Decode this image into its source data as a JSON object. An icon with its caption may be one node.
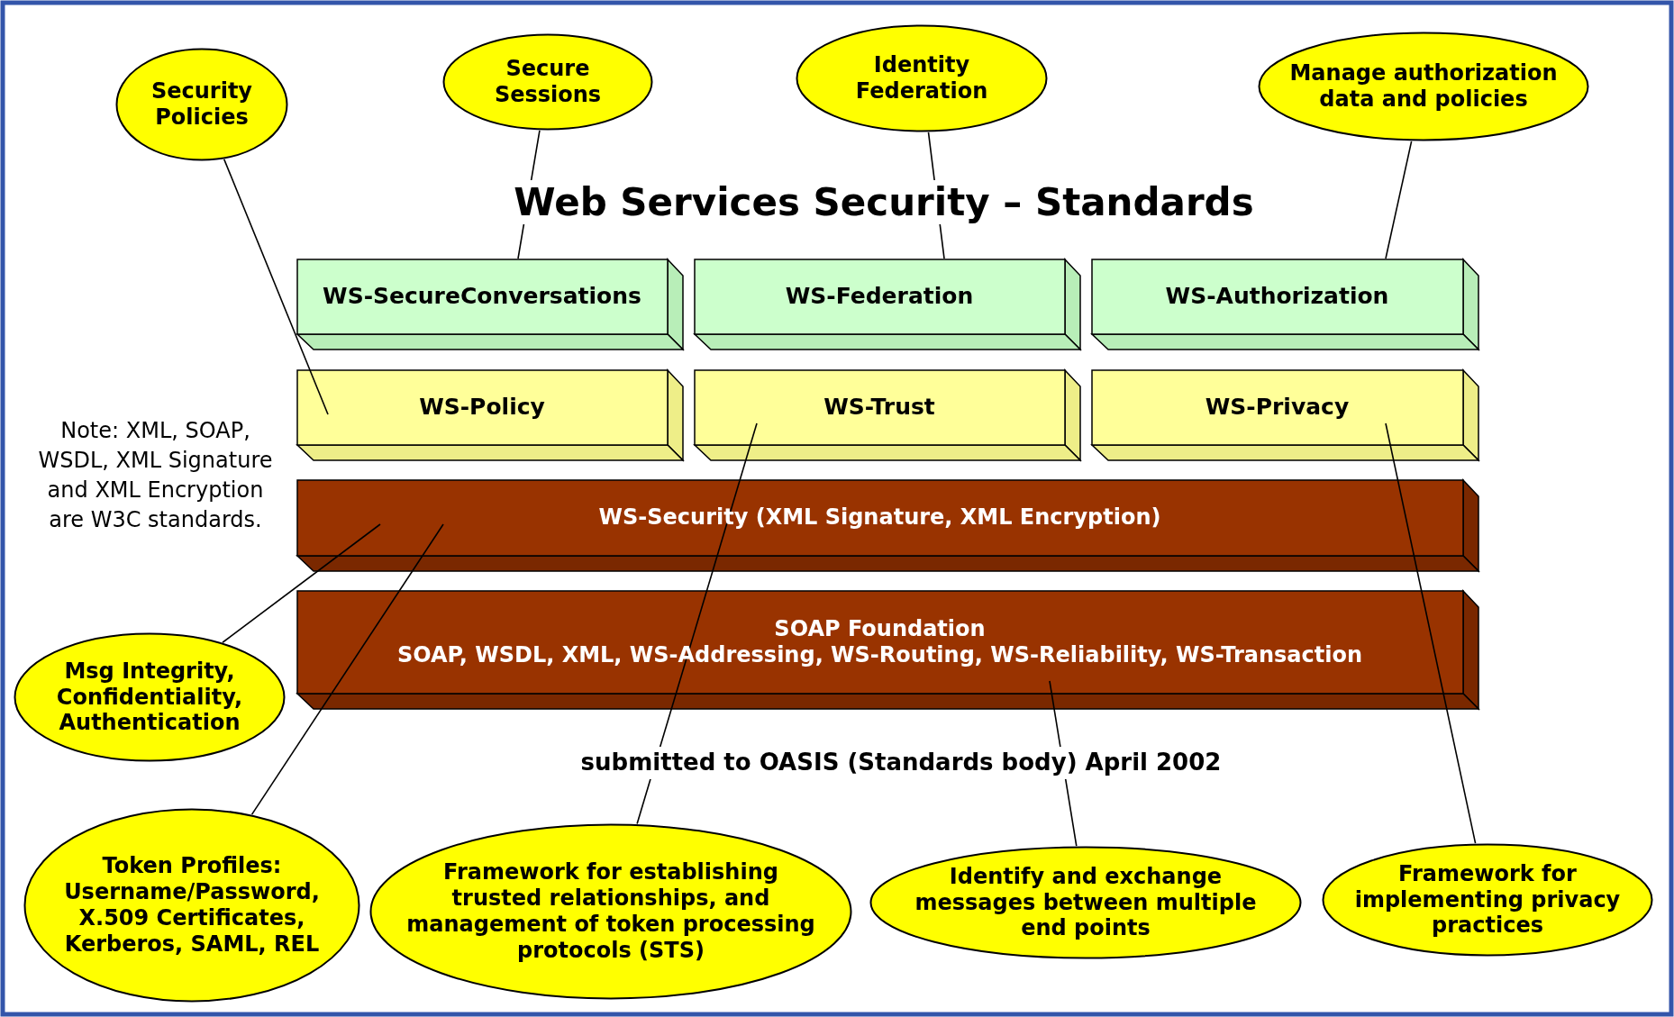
{
  "diagram": {
    "title": "Web Services Security – Standards",
    "nodes": [
      {
        "text": [
          "Security Policies"
        ]
      },
      {
        "text": [
          "Secure Sessions"
        ]
      },
      {
        "text": [
          "Identity Federation"
        ]
      },
      {
        "text": [
          "Manage authorization data and policies"
        ]
      },
      {
        "text": [
          "WS-SecureConversations"
        ]
      },
      {
        "text": [
          "WS-Federation"
        ]
      },
      {
        "text": [
          "WS-Authorization"
        ]
      },
      {
        "text": [
          "WS-Policy"
        ]
      },
      {
        "text": [
          "WS-Trust"
        ]
      },
      {
        "text": [
          "WS-Privacy"
        ]
      },
      {
        "text": [
          "WS-Security (XML Signature, XML Encryption)"
        ]
      },
      {
        "text": [
          "SOAP Foundation",
          "SOAP, WSDL, XML, WS-Addressing, WS-Routing, WS-Reliability, WS-Transaction"
        ]
      },
      {
        "text": [
          "Msg Integrity, Confidentiality, Authentication"
        ]
      },
      {
        "text": [
          "Token Profiles: Username/Password, X.509 Certificates, Kerberos, SAML, REL"
        ]
      },
      {
        "text": [
          "Framework for establishing trusted relationships, and management of token processing protocols (STS)"
        ]
      },
      {
        "text": [
          "Identify and exchange messages between multiple end points"
        ]
      },
      {
        "text": [
          "Framework for implementing privacy practices"
        ]
      }
    ],
    "edges": [
      {
        "from": 0,
        "to": 7,
        "arrow": "none"
      },
      {
        "from": 1,
        "to": 4,
        "arrow": "none"
      },
      {
        "from": 2,
        "to": 5,
        "arrow": "none"
      },
      {
        "from": 3,
        "to": 6,
        "arrow": "none"
      },
      {
        "from": 12,
        "to": 10,
        "arrow": "none"
      },
      {
        "from": 13,
        "to": 10,
        "arrow": "none"
      },
      {
        "from": 14,
        "to": 8,
        "arrow": "none"
      },
      {
        "from": 15,
        "to": 11,
        "arrow": "none"
      },
      {
        "from": 16,
        "to": 9,
        "arrow": "none"
      }
    ],
    "labels": [
      "Note: XML, SOAP, WSDL, XML Signature and XML Encryption are W3C standards.",
      "submitted to OASIS (Standards body) April 2002"
    ]
  }
}
